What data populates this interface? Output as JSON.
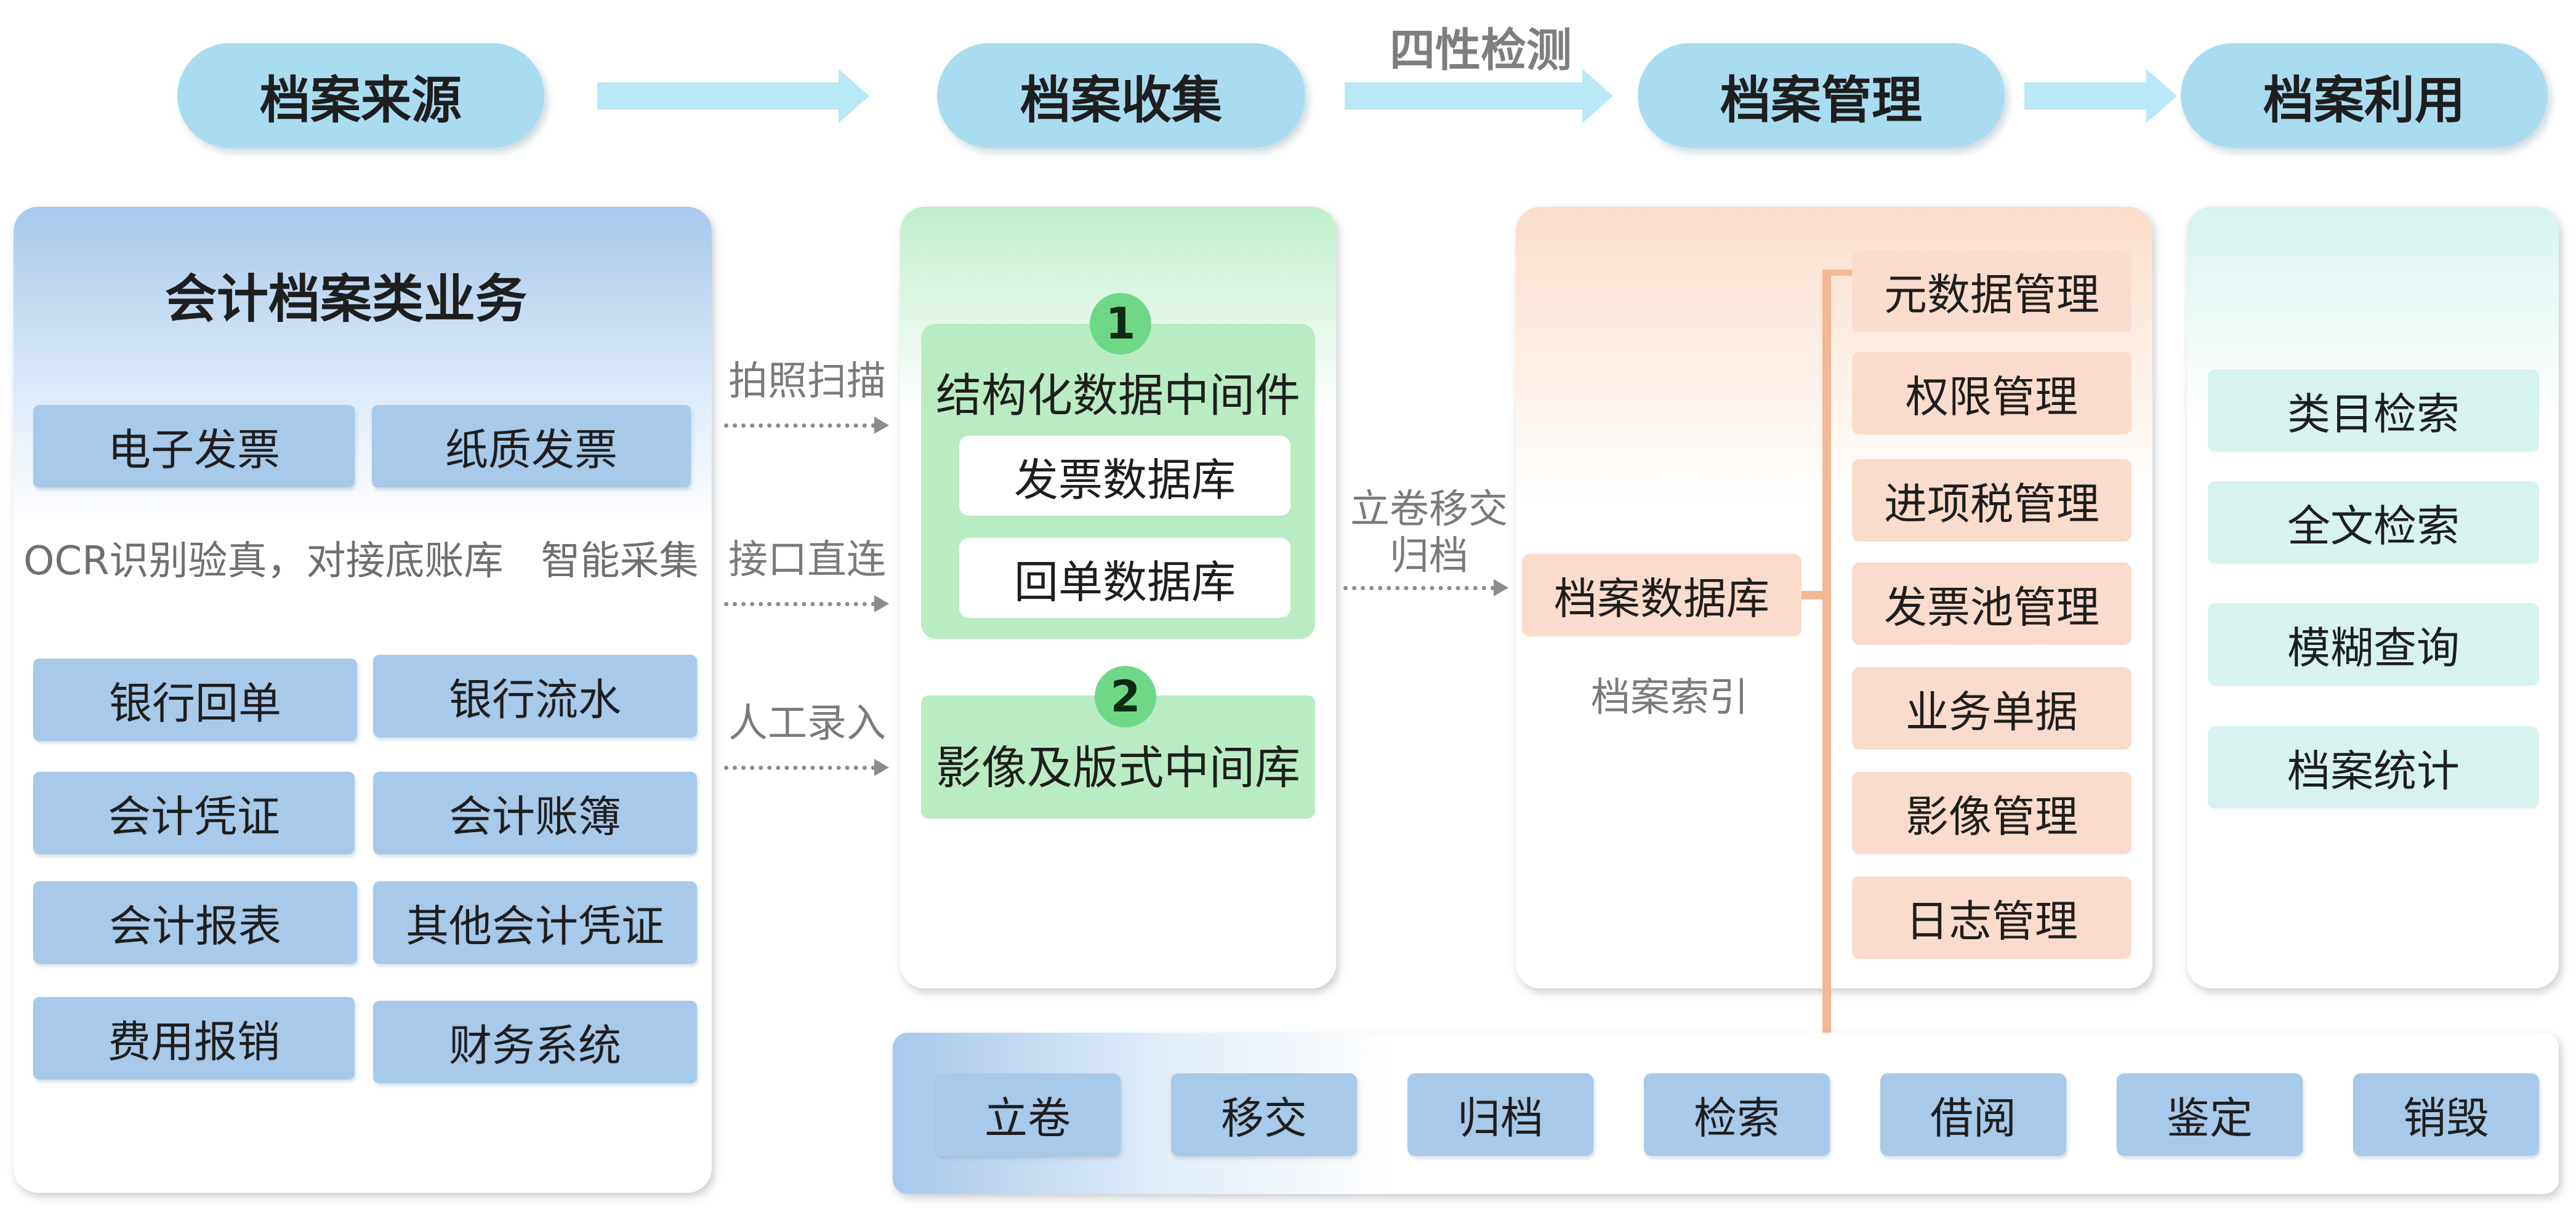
{
  "stages": {
    "source": "档案来源",
    "collect": "档案收集",
    "manage": "档案管理",
    "use": "档案利用",
    "four_checks": "四性检测"
  },
  "source_panel": {
    "title": "会计档案类业务",
    "row1": [
      "电子发票",
      "纸质发票"
    ],
    "caption": "OCR识别验真，对接底账库   智能采集",
    "items": [
      "银行回单",
      "银行流水",
      "会计凭证",
      "会计账簿",
      "会计报表",
      "其他会计凭证",
      "费用报销",
      "财务系统"
    ]
  },
  "channels": [
    "拍照扫描",
    "接口直连",
    "人工录入"
  ],
  "collect_panel": {
    "badge1": "1",
    "group1_title": "结构化数据中间件",
    "group1_items": [
      "发票数据库",
      "回单数据库"
    ],
    "badge2": "2",
    "group2_title": "影像及版式中间库"
  },
  "transfer_label": [
    "立卷移交",
    "归档"
  ],
  "manage_panel": {
    "db": "档案数据库",
    "index": "档案索引",
    "items": [
      "元数据管理",
      "权限管理",
      "进项税管理",
      "发票池管理",
      "业务单据",
      "影像管理",
      "日志管理"
    ]
  },
  "use_panel": {
    "items": [
      "类目检索",
      "全文检索",
      "模糊查询",
      "档案统计"
    ]
  },
  "lifecycle": [
    "立卷",
    "移交",
    "归档",
    "检索",
    "借阅",
    "鉴定",
    "销毁"
  ]
}
